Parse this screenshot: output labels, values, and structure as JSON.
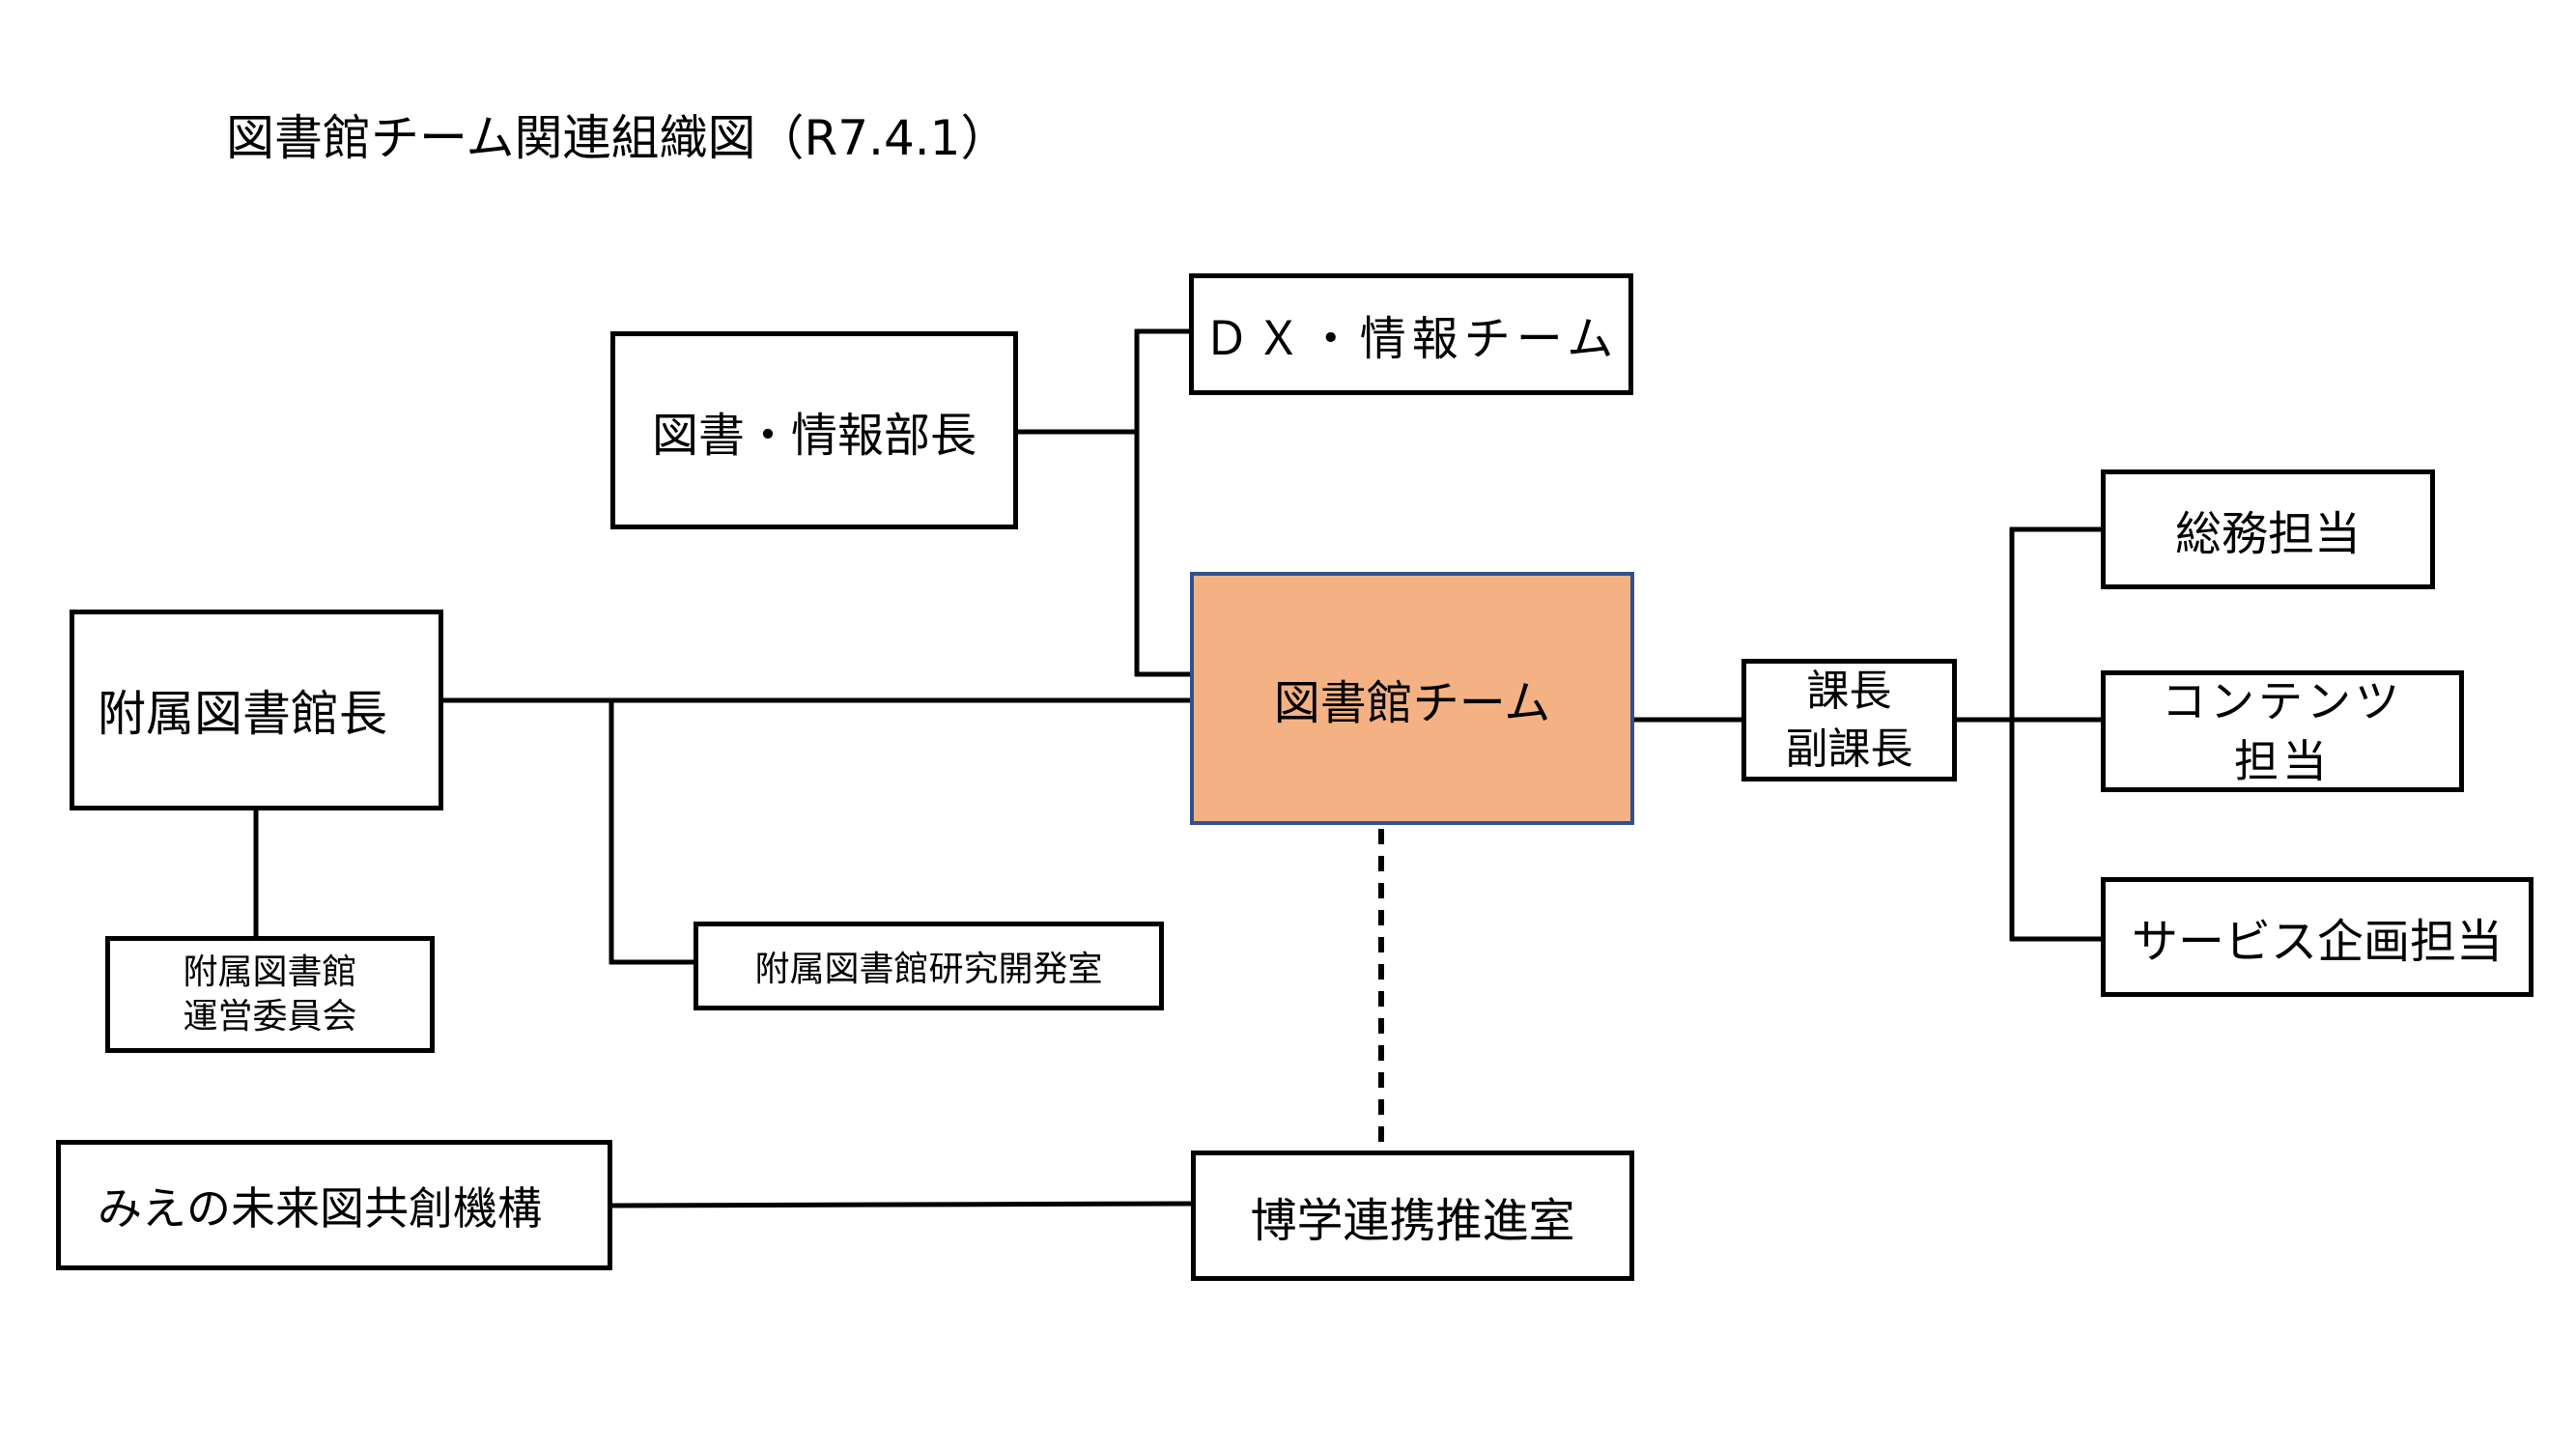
{
  "title": "図書館チーム関連組織図（R7.4.1）",
  "colors": {
    "team_fill": "#F4B183",
    "team_border": "#2F528F",
    "line": "#000000"
  },
  "nodes": {
    "dept_head": "図書・情報部長",
    "dx_team": "ＤＸ・情報チーム",
    "library_team": "図書館チーム",
    "chief": {
      "line1": "課長",
      "line2": "副課長"
    },
    "general_affairs": "総務担当",
    "contents": {
      "line1": "コンテンツ",
      "line2": "担当"
    },
    "service_planning": "サービス企画担当",
    "library_director": "附属図書館長",
    "steering_committee": {
      "line1": "附属図書館",
      "line2": "運営委員会"
    },
    "rnd_office": "附属図書館研究開発室",
    "mie_future": "みえの未来図共創機構",
    "museum_office": "博学連携推進室"
  },
  "edges": [
    {
      "from": "dept_head",
      "to": "dx_team",
      "style": "solid"
    },
    {
      "from": "dept_head",
      "to": "library_team",
      "style": "solid"
    },
    {
      "from": "library_director",
      "to": "library_team",
      "style": "solid"
    },
    {
      "from": "library_director",
      "to": "rnd_office",
      "style": "solid"
    },
    {
      "from": "library_director",
      "to": "steering_committee",
      "style": "solid"
    },
    {
      "from": "library_team",
      "to": "chief",
      "style": "solid"
    },
    {
      "from": "chief",
      "to": "general_affairs",
      "style": "solid"
    },
    {
      "from": "chief",
      "to": "contents",
      "style": "solid"
    },
    {
      "from": "chief",
      "to": "service_planning",
      "style": "solid"
    },
    {
      "from": "library_team",
      "to": "museum_office",
      "style": "dashed"
    },
    {
      "from": "mie_future",
      "to": "museum_office",
      "style": "solid"
    }
  ]
}
